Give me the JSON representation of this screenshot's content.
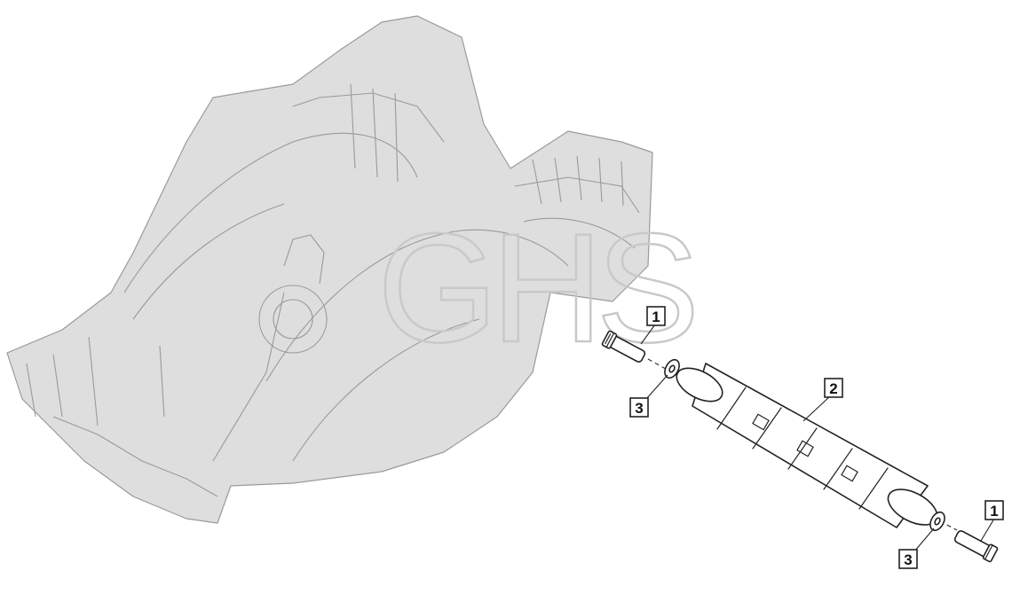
{
  "watermark": "GHS",
  "callouts": {
    "pin_top": "1",
    "roller": "2",
    "washer_top": "3",
    "pin_bottom": "1",
    "washer_bottom": "3"
  },
  "colors": {
    "line": "#222222",
    "ghost_fill": "#dedede",
    "ghost_stroke": "#9a9a9a",
    "watermark": "#c9c9c9"
  }
}
